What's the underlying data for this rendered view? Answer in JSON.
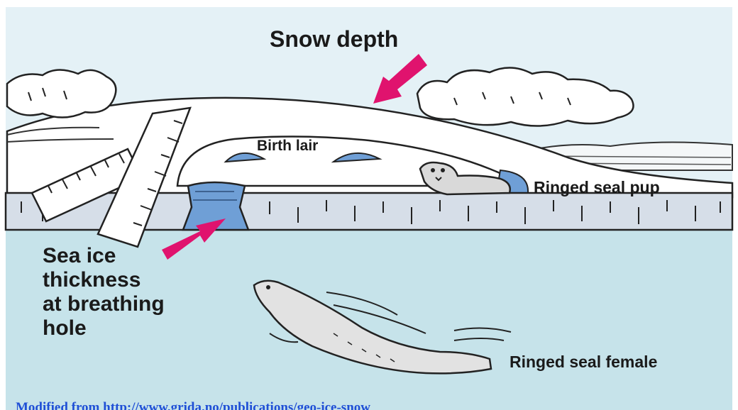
{
  "labels": {
    "snow_depth": "Snow depth",
    "birth_lair": "Birth lair",
    "ringed_seal_pup": "Ringed seal pup",
    "sea_ice_line1": "Sea ice",
    "sea_ice_line2": "thickness",
    "sea_ice_line3": "at breathing",
    "sea_ice_line4": "hole",
    "ringed_seal_female": "Ringed seal female"
  },
  "credit": "Modified from http://www.grida.no/publications/geo-ice-snow",
  "colors": {
    "sky": "#e4f1f6",
    "water": "#c6e3ea",
    "ice": "#d6dee8",
    "accent_arrow": "#e0136e",
    "lair_blue": "#6f9fd6",
    "credit_blue": "#1f4fd6"
  }
}
